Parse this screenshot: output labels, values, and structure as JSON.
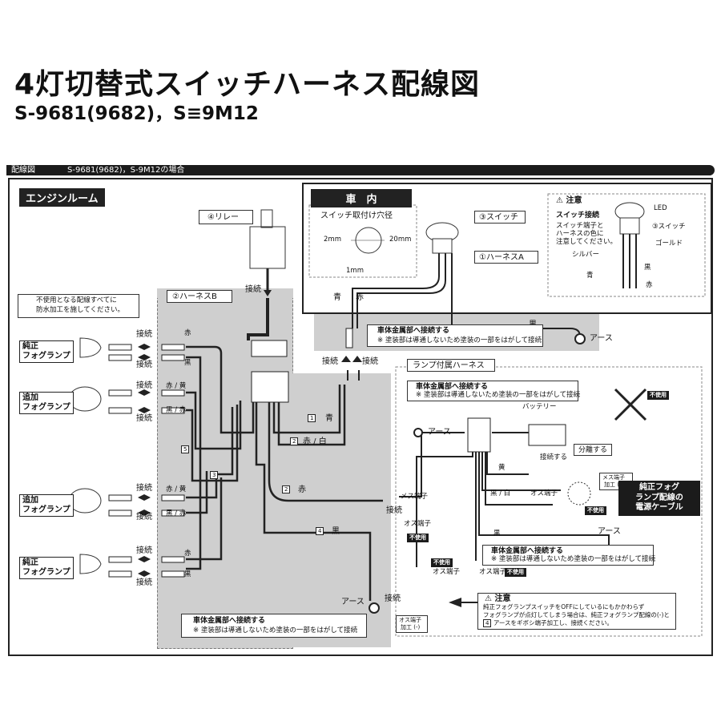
{
  "header": {
    "title": "4灯切替式スイッチハーネス配線図",
    "subtitle": "S-9681(9682)，S≡9M12",
    "bar_label": "配線図",
    "bar_models": "S-9681(9682)，S-9M12の場合"
  },
  "engine_room": {
    "label": "エンジンルーム",
    "waterproof_note_1": "不使用となる配線すべてに",
    "waterproof_note_2": "防水加工を施してください。",
    "fog_lamps": [
      {
        "line1": "純正",
        "line2": "フォグランプ"
      },
      {
        "line1": "追加",
        "line2": "フォグランプ"
      },
      {
        "line1": "追加",
        "line2": "フォグランプ"
      },
      {
        "line1": "純正",
        "line2": "フォグランプ"
      }
    ],
    "relay_label": "④リレー",
    "harness_b_label": "②ハーネスB",
    "connect": "接続",
    "wire_colors": {
      "red": "赤",
      "red_yellow": "赤 / 黄",
      "black_red": "黒 / 赤",
      "black": "黒",
      "red_white": "赤 / 白",
      "blue": "青"
    },
    "wire_numbers": {
      "n1": "1",
      "n2": "2",
      "n3": "3",
      "n4": "4",
      "n5": "5"
    },
    "earth": "アース",
    "body_metal_connect": "車体金属部へ接続する",
    "paint_note": "※ 塗装部は導通しないため塗装の一部をはがして接続"
  },
  "interior": {
    "label": "車　内",
    "switch_hole_title": "スイッチ取付け穴径",
    "dim_2mm": "2mm",
    "dim_20mm": "20mm",
    "dim_1mm": "1mm",
    "switch_label": "③スイッチ",
    "harness_a_label": "①ハーネスA",
    "blue": "青",
    "red": "赤",
    "black": "黒",
    "caution_title": "注意",
    "switch_terminal_title": "スイッチ接続",
    "switch_terminal_note_1": "スイッチ端子と",
    "switch_terminal_note_2": "ハーネスの色に",
    "switch_terminal_note_3": "注意してください。",
    "led": "LED",
    "switch3": "③スイッチ",
    "gold": "ゴールド",
    "silver": "シルバー"
  },
  "lamp_harness": {
    "label": "ランプ付属ハーネス",
    "battery": "バッテリー",
    "connect_it": "接続する",
    "not_used": "不使用",
    "split": "分離する",
    "female_terminal": "メス端子",
    "female_terminal_processed_1": "メス端子",
    "female_terminal_processed_2": "加工 (+)",
    "male_terminal": "オス端子",
    "male_terminal_processed_1": "オス端子",
    "male_terminal_processed_2": "加工 (-)",
    "yellow": "黄",
    "black_white": "黒 / 白",
    "power_cable_1": "純正フォグ",
    "power_cable_2": "ランプ配線の",
    "power_cable_3": "電源ケーブル"
  },
  "caution_bottom": {
    "title": "注意",
    "line1": "純正フォグランプスイッチをOFFにしているにもかかわらず",
    "line2": "フォグランプが点灯してしまう場合は、純正フォグランプ配線の(-)と",
    "line3": "アースをギボシ端子加工し、接続ください。",
    "num": "4"
  }
}
